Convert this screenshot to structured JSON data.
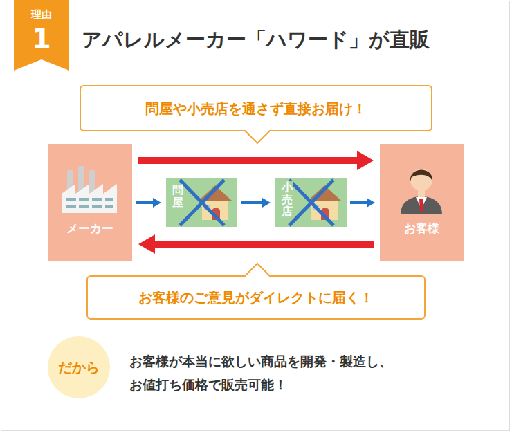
{
  "diagram": {
    "title": "アパレルメーカー「ハワード」が直販",
    "nodes": [
      {
        "text": [
          "理由",
          "1"
        ]
      },
      {
        "text": [
          "問屋や小売店を通さず直接お届け！"
        ]
      },
      {
        "text": [
          "メーカー"
        ]
      },
      {
        "text": [
          "問屋"
        ]
      },
      {
        "text": [
          "小売店"
        ]
      },
      {
        "text": [
          "お客様"
        ]
      },
      {
        "text": [
          "お客様のご意見がダイレクトに届く！"
        ]
      },
      {
        "text": [
          "だから"
        ]
      }
    ],
    "edges": [
      {
        "from": 2,
        "to": 5,
        "arrow": "to"
      },
      {
        "from": 2,
        "to": 3,
        "arrow": "to"
      },
      {
        "from": 3,
        "to": 4,
        "arrow": "to"
      },
      {
        "from": 4,
        "to": 5,
        "arrow": "to"
      },
      {
        "from": 5,
        "to": 2,
        "arrow": "to"
      }
    ],
    "labels": [
      "お客様が本当に欲しい商品を開発・製造し、 お値打ち価格で販売可能！"
    ]
  }
}
